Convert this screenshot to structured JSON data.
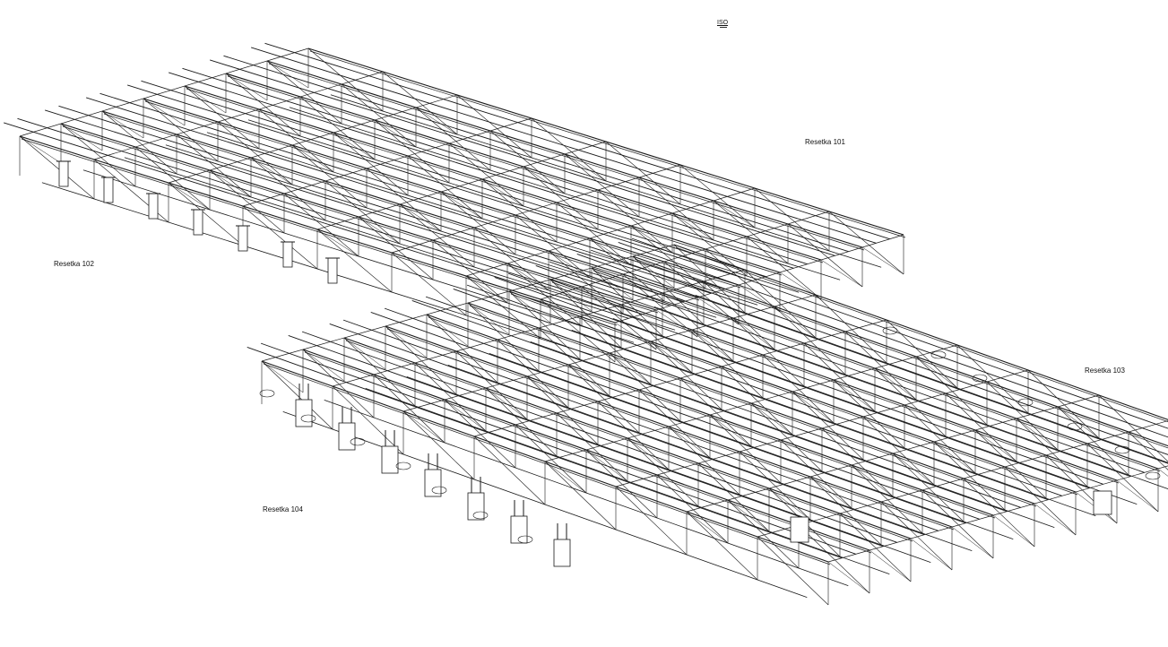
{
  "view": {
    "title": "ISO"
  },
  "grids": [
    {
      "id": "g101",
      "label": "Resetka 101"
    },
    {
      "id": "g102",
      "label": "Resetka 102"
    },
    {
      "id": "g103",
      "label": "Resetka 103"
    },
    {
      "id": "g104",
      "label": "Resetka 104"
    }
  ],
  "colors": {
    "line": "#1a1a1a",
    "background": "#ffffff"
  }
}
